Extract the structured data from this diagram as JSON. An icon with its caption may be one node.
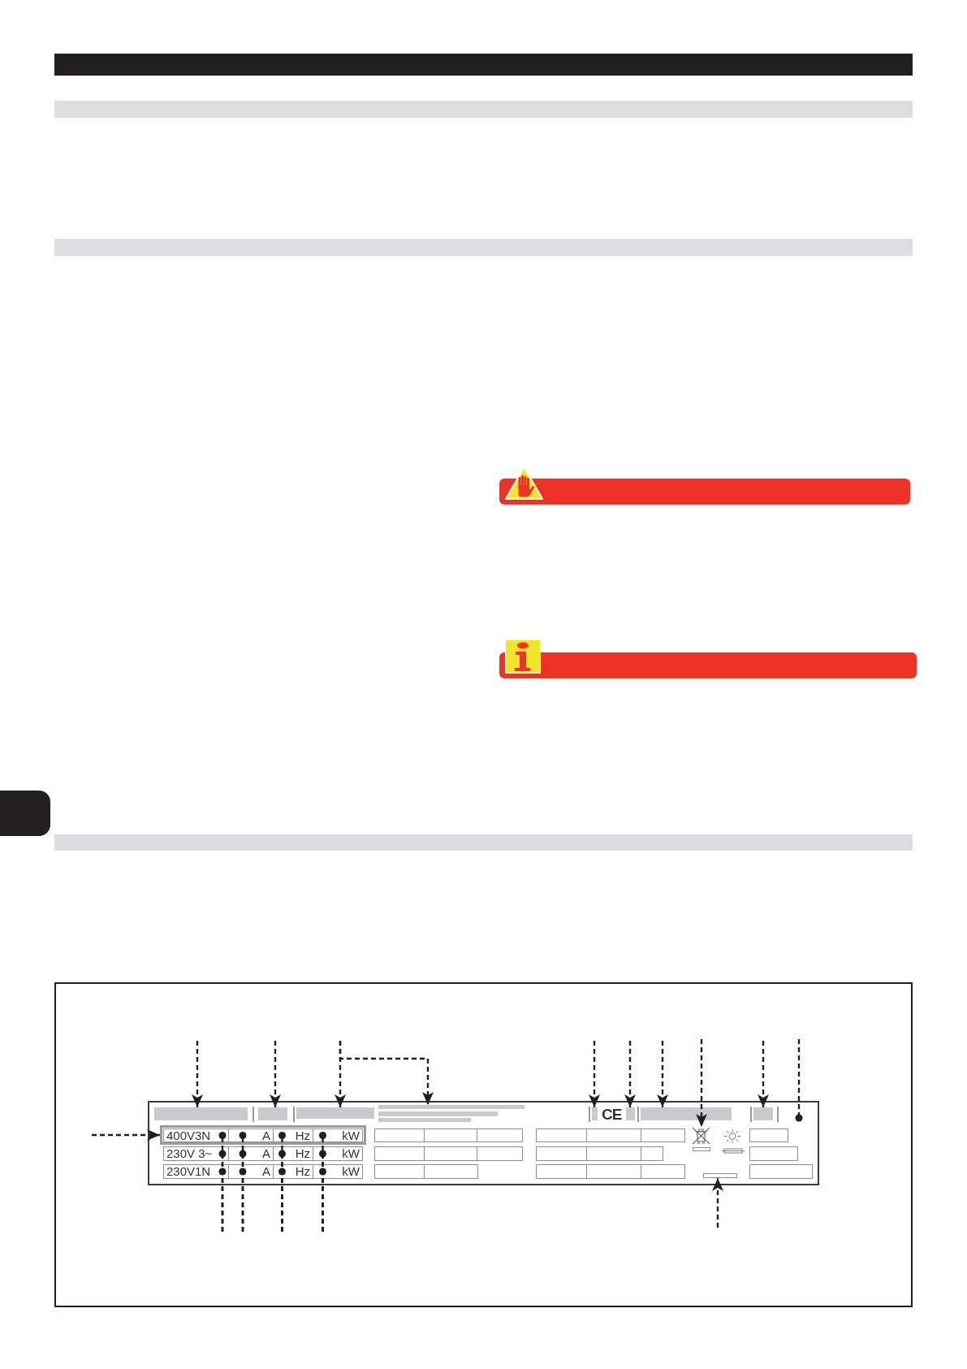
{
  "diagram": {
    "nodes": [
      {
        "text": [],
        "shape": "bar"
      },
      {
        "text": [],
        "shape": "bar"
      },
      {
        "text": [],
        "shape": "bar"
      },
      {
        "text": [],
        "shape": "bar"
      },
      {
        "text": [],
        "shape": "bar"
      },
      {
        "text": [],
        "shape": "bar"
      },
      {
        "text": [],
        "shape": "bar"
      },
      {
        "text": [],
        "shape": "box"
      },
      {
        "text": [],
        "shape": "bar",
        "in": 7
      },
      {
        "text": [],
        "shape": "bar",
        "in": 7
      },
      {
        "text": [],
        "shape": "bar",
        "in": 7
      },
      {
        "text": [],
        "shape": "bar",
        "in": 7
      },
      {
        "text": [],
        "shape": "bar",
        "in": 7
      },
      {
        "text": [],
        "shape": "bar",
        "in": 7
      },
      {
        "text": [],
        "shape": "bar",
        "in": 7
      },
      {
        "text": [],
        "shape": "bar",
        "in": 7
      },
      {
        "text": [],
        "shape": "box",
        "in": 7
      },
      {
        "text": [
          "400V3N"
        ],
        "in": 16
      },
      {
        "text": [
          "A"
        ],
        "in": 16
      },
      {
        "text": [
          "Hz"
        ],
        "in": 16
      },
      {
        "text": [
          "kW"
        ],
        "in": 16
      },
      {
        "text": [],
        "shape": "box",
        "in": 7
      },
      {
        "text": [],
        "shape": "box",
        "in": 7
      },
      {
        "text": [],
        "shape": "box",
        "in": 7
      },
      {
        "text": [],
        "shape": "box",
        "in": 7
      },
      {
        "text": [],
        "shape": "box",
        "in": 7
      },
      {
        "text": [],
        "shape": "box",
        "in": 7
      },
      {
        "text": [],
        "shape": "picture",
        "in": 7
      },
      {
        "text": [],
        "shape": "box",
        "in": 7
      },
      {
        "text": [
          "230V 3~"
        ],
        "in": 7
      },
      {
        "text": [
          "A"
        ],
        "in": 7
      },
      {
        "text": [
          "Hz"
        ],
        "in": 7
      },
      {
        "text": [
          "kW"
        ],
        "in": 7
      },
      {
        "text": [],
        "shape": "box",
        "in": 7
      },
      {
        "text": [],
        "shape": "box",
        "in": 7
      },
      {
        "text": [],
        "shape": "box",
        "in": 7
      },
      {
        "text": [],
        "shape": "box",
        "in": 7
      },
      {
        "text": [],
        "shape": "box",
        "in": 7
      },
      {
        "text": [],
        "shape": "box",
        "in": 7
      },
      {
        "text": [],
        "shape": "box",
        "in": 7
      },
      {
        "text": [],
        "shape": "box",
        "in": 7
      },
      {
        "text": [
          "230V1N"
        ],
        "in": 7
      },
      {
        "text": [
          "A"
        ],
        "in": 7
      },
      {
        "text": [
          "Hz"
        ],
        "in": 7
      },
      {
        "text": [
          "kW"
        ],
        "in": 7
      },
      {
        "text": [],
        "shape": "box",
        "in": 7
      },
      {
        "text": [],
        "shape": "box",
        "in": 7
      },
      {
        "text": [],
        "shape": "box",
        "in": 7
      },
      {
        "text": [],
        "shape": "box",
        "in": 7
      },
      {
        "text": [],
        "shape": "box",
        "in": 7
      },
      {
        "text": [],
        "shape": "box",
        "in": 7
      },
      {
        "text": [],
        "shape": "box",
        "in": 7
      }
    ],
    "edges": [
      {
        "from": null,
        "to": 8,
        "arrow": "to",
        "style": "dashed"
      },
      {
        "from": null,
        "to": 9,
        "arrow": "to",
        "style": "dashed"
      },
      {
        "from": null,
        "to": 10,
        "arrow": "to",
        "style": "dashed"
      },
      {
        "from": null,
        "to": 11,
        "arrow": "to",
        "style": "dashed"
      },
      {
        "from": null,
        "to": 12,
        "arrow": "to",
        "style": "dashed"
      },
      {
        "from": null,
        "to": 13,
        "arrow": "to",
        "style": "dashed"
      },
      {
        "from": null,
        "to": 14,
        "arrow": "to",
        "style": "dashed"
      },
      {
        "from": null,
        "to": 27,
        "arrow": "to",
        "style": "dashed"
      },
      {
        "from": null,
        "to": 15,
        "arrow": "to",
        "style": "dashed"
      },
      {
        "from": null,
        "to": 7,
        "arrow": "other",
        "style": "dashed"
      },
      {
        "from": null,
        "to": 16,
        "arrow": "to",
        "style": "dashed"
      },
      {
        "from": null,
        "to": 17,
        "arrow": "other",
        "style": "dashed"
      },
      {
        "from": null,
        "to": 29,
        "arrow": "other",
        "style": "dashed"
      },
      {
        "from": null,
        "to": 41,
        "arrow": "other",
        "style": "dashed"
      },
      {
        "from": null,
        "to": 18,
        "arrow": "other",
        "style": "dashed"
      },
      {
        "from": null,
        "to": 30,
        "arrow": "other",
        "style": "dashed"
      },
      {
        "from": null,
        "to": 42,
        "arrow": "other",
        "style": "dashed"
      },
      {
        "from": null,
        "to": 19,
        "arrow": "other",
        "style": "dashed"
      },
      {
        "from": null,
        "to": 31,
        "arrow": "other",
        "style": "dashed"
      },
      {
        "from": null,
        "to": 43,
        "arrow": "other",
        "style": "dashed"
      },
      {
        "from": null,
        "to": 20,
        "arrow": "other",
        "style": "dashed"
      },
      {
        "from": null,
        "to": 32,
        "arrow": "other",
        "style": "dashed"
      },
      {
        "from": null,
        "to": 44,
        "arrow": "other",
        "style": "dashed"
      },
      {
        "from": null,
        "to": 50,
        "arrow": "to",
        "style": "dashed"
      }
    ],
    "labels": [
      "CE"
    ]
  }
}
